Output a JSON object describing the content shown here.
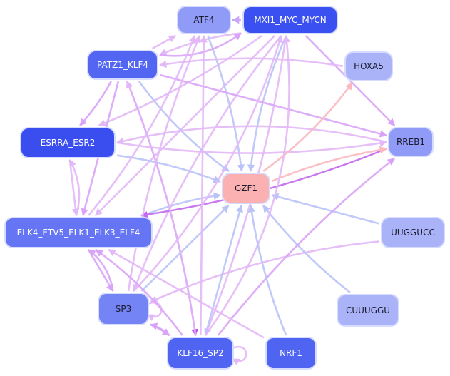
{
  "diagram": {
    "type": "directed-network",
    "nodes": [
      {
        "id": "ATF4",
        "label": "ATF4",
        "color": "#8f9bf6",
        "text": "dark"
      },
      {
        "id": "MXI1_MYC_MYCN",
        "label": "MXI1_MYC_MYCN",
        "color": "#3b50f0",
        "text": "light"
      },
      {
        "id": "PATZ1_KLF4",
        "label": "PATZ1_KLF4",
        "color": "#5266f2",
        "text": "light"
      },
      {
        "id": "HOXA5",
        "label": "HOXA5",
        "color": "#aab3f8",
        "text": "dark"
      },
      {
        "id": "ESRRA_ESR2",
        "label": "ESRRA_ESR2",
        "color": "#3a4ef0",
        "text": "light"
      },
      {
        "id": "RREB1",
        "label": "RREB1",
        "color": "#8f9bf6",
        "text": "dark"
      },
      {
        "id": "GZF1",
        "label": "GZF1",
        "color": "#fbb1b1",
        "text": "dark"
      },
      {
        "id": "ELK4_ETV5_ELK1_ELK3_ELF4",
        "label": "ELK4_ETV5_ELK1_ELK3_ELF4",
        "color": "#6575f3",
        "text": "light"
      },
      {
        "id": "UUGGUCC",
        "label": "UUGGUCC",
        "color": "#aab3f8",
        "text": "dark"
      },
      {
        "id": "SP3",
        "label": "SP3",
        "color": "#7584f4",
        "text": "dark"
      },
      {
        "id": "CUUUGGU",
        "label": "CUUUGGU",
        "color": "#aab3f8",
        "text": "dark"
      },
      {
        "id": "KLF16_SP2",
        "label": "KLF16_SP2",
        "color": "#5064f2",
        "text": "light"
      },
      {
        "id": "NRF1",
        "label": "NRF1",
        "color": "#5064f2",
        "text": "light"
      }
    ],
    "edges": [
      {
        "from": "MXI1_MYC_MYCN",
        "to": "ATF4",
        "color": "#c9a6f7"
      },
      {
        "from": "MXI1_MYC_MYCN",
        "to": "PATZ1_KLF4",
        "color": "#e3b8f7"
      },
      {
        "from": "MXI1_MYC_MYCN",
        "to": "ESRRA_ESR2",
        "color": "#e3b8f7"
      },
      {
        "from": "MXI1_MYC_MYCN",
        "to": "ELK4_ETV5_ELK1_ELK3_ELF4",
        "color": "#e3b8f7"
      },
      {
        "from": "MXI1_MYC_MYCN",
        "to": "SP3",
        "color": "#e3b8f7"
      },
      {
        "from": "MXI1_MYC_MYCN",
        "to": "KLF16_SP2",
        "color": "#e3b8f7"
      },
      {
        "from": "MXI1_MYC_MYCN",
        "to": "RREB1",
        "color": "#d9a4f7"
      },
      {
        "from": "MXI1_MYC_MYCN",
        "to": "GZF1",
        "color": "#b9c3f7"
      },
      {
        "from": "ATF4",
        "to": "GZF1",
        "color": "#b9c3f7"
      },
      {
        "from": "PATZ1_KLF4",
        "to": "ATF4",
        "color": "#e3b8f7"
      },
      {
        "from": "PATZ1_KLF4",
        "to": "MXI1_MYC_MYCN",
        "color": "#d9a4f7"
      },
      {
        "from": "PATZ1_KLF4",
        "to": "ESRRA_ESR2",
        "color": "#d9a4f7"
      },
      {
        "from": "PATZ1_KLF4",
        "to": "RREB1",
        "color": "#d9a4f7"
      },
      {
        "from": "PATZ1_KLF4",
        "to": "GZF1",
        "color": "#b9c3f7"
      },
      {
        "from": "PATZ1_KLF4",
        "to": "KLF16_SP2",
        "color": "#b94bf0"
      },
      {
        "from": "PATZ1_KLF4",
        "to": "ELK4_ETV5_ELK1_ELK3_ELF4",
        "color": "#d9a4f7"
      },
      {
        "from": "ESRRA_ESR2",
        "to": "RREB1",
        "color": "#e3b8f7"
      },
      {
        "from": "ESRRA_ESR2",
        "to": "GZF1",
        "color": "#b9c3f7"
      },
      {
        "from": "ESRRA_ESR2",
        "to": "ELK4_ETV5_ELK1_ELK3_ELF4",
        "color": "#e3b8f7"
      },
      {
        "from": "ELK4_ETV5_ELK1_ELK3_ELF4",
        "to": "ESRRA_ESR2",
        "color": "#e3b8f7"
      },
      {
        "from": "ELK4_ETV5_ELK1_ELK3_ELF4",
        "to": "GZF1",
        "color": "#b9c3f7"
      },
      {
        "from": "ELK4_ETV5_ELK1_ELK3_ELF4",
        "to": "SP3",
        "color": "#d9a4f7"
      },
      {
        "from": "ELK4_ETV5_ELK1_ELK3_ELF4",
        "to": "ATF4",
        "color": "#e3b8f7"
      },
      {
        "from": "RREB1",
        "to": "ELK4_ETV5_ELK1_ELK3_ELF4",
        "color": "#c368f0"
      },
      {
        "from": "RREB1",
        "to": "ESRRA_ESR2",
        "color": "#e3b8f7"
      },
      {
        "from": "GZF1",
        "to": "HOXA5",
        "color": "#fbb8c0"
      },
      {
        "from": "GZF1",
        "to": "RREB1",
        "color": "#fbb8c0"
      },
      {
        "from": "UUGGUCC",
        "to": "GZF1",
        "color": "#b9c3f7"
      },
      {
        "from": "UUGGUCC",
        "to": "SP3",
        "color": "#e3b8f7"
      },
      {
        "from": "CUUUGGU",
        "to": "GZF1",
        "color": "#b9c3f7"
      },
      {
        "from": "SP3",
        "to": "GZF1",
        "color": "#b9c3f7"
      },
      {
        "from": "SP3",
        "to": "SP3",
        "color": "#e3b8f7"
      },
      {
        "from": "SP3",
        "to": "ATF4",
        "color": "#e3b8f7"
      },
      {
        "from": "SP3",
        "to": "MXI1_MYC_MYCN",
        "color": "#e3b8f7"
      },
      {
        "from": "SP3",
        "to": "ELK4_ETV5_ELK1_ELK3_ELF4",
        "color": "#d9a4f7"
      },
      {
        "from": "SP3",
        "to": "KLF16_SP2",
        "color": "#d9a4f7"
      },
      {
        "from": "KLF16_SP2",
        "to": "GZF1",
        "color": "#b9c3f7"
      },
      {
        "from": "KLF16_SP2",
        "to": "KLF16_SP2",
        "color": "#e3b8f7"
      },
      {
        "from": "KLF16_SP2",
        "to": "RREB1",
        "color": "#d9a4f7"
      },
      {
        "from": "KLF16_SP2",
        "to": "ATF4",
        "color": "#e3b8f7"
      },
      {
        "from": "KLF16_SP2",
        "to": "MXI1_MYC_MYCN",
        "color": "#e3b8f7"
      },
      {
        "from": "KLF16_SP2",
        "to": "PATZ1_KLF4",
        "color": "#e3b8f7"
      },
      {
        "from": "KLF16_SP2",
        "to": "SP3",
        "color": "#d9a4f7"
      },
      {
        "from": "KLF16_SP2",
        "to": "ELK4_ETV5_ELK1_ELK3_ELF4",
        "color": "#d9a4f7"
      },
      {
        "from": "NRF1",
        "to": "GZF1",
        "color": "#b9c3f7"
      },
      {
        "from": "NRF1",
        "to": "ELK4_ETV5_ELK1_ELK3_ELF4",
        "color": "#e3b8f7"
      },
      {
        "from": "HOXA5",
        "to": "PATZ1_KLF4",
        "color": "#e3b8f7"
      }
    ]
  }
}
